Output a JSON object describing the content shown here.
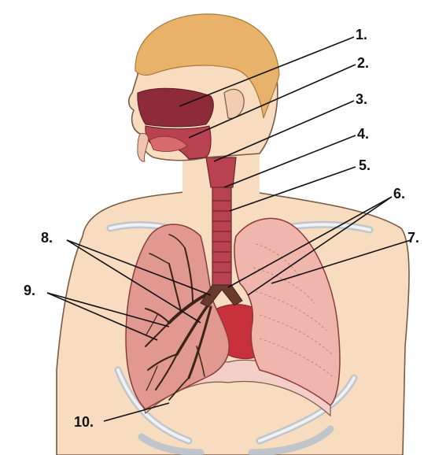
{
  "labels": {
    "l1": "1.",
    "l2": "2.",
    "l3": "3.",
    "l4": "4.",
    "l5": "5.",
    "l6": "6.",
    "l7": "7.",
    "l8": "8.",
    "l9": "9.",
    "l10": "10."
  },
  "colors": {
    "skin": "#f7dcc0",
    "skin_outline": "#7a5a44",
    "hair": "#e8b26a",
    "nasal_cavity": "#8e2b38",
    "airway": "#b84250",
    "left_lung_fill": "#e09890",
    "right_lung_fill": "#f0b6ae",
    "bronchi": "#3a2418",
    "heart": "#c8303c",
    "diaphragm": "#f4cfc8",
    "ribs": "#dde3ea",
    "pointer_line": "#111111"
  }
}
